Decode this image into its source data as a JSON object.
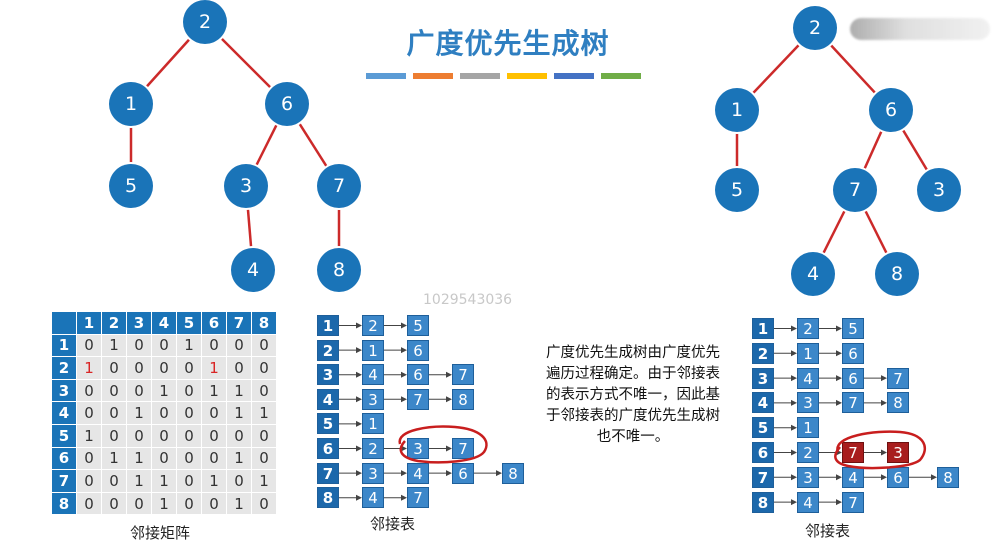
{
  "title": "广度优先生成树",
  "stripe_colors": [
    "#5b9bd5",
    "#ed7d31",
    "#a5a5a5",
    "#ffc000",
    "#4472c4",
    "#70ad47"
  ],
  "left_tree": {
    "nodes": [
      "2",
      "1",
      "6",
      "5",
      "3",
      "7",
      "4",
      "8"
    ]
  },
  "right_tree": {
    "nodes": [
      "2",
      "1",
      "6",
      "5",
      "7",
      "3",
      "4",
      "8"
    ]
  },
  "matrix": {
    "col_headers": [
      "1",
      "2",
      "3",
      "4",
      "5",
      "6",
      "7",
      "8"
    ],
    "row_headers": [
      "1",
      "2",
      "3",
      "4",
      "5",
      "6",
      "7",
      "8"
    ],
    "rows": [
      [
        "0",
        "1",
        "0",
        "0",
        "1",
        "0",
        "0",
        "0"
      ],
      [
        "1",
        "0",
        "0",
        "0",
        "0",
        "1",
        "0",
        "0"
      ],
      [
        "0",
        "0",
        "0",
        "1",
        "0",
        "1",
        "1",
        "0"
      ],
      [
        "0",
        "0",
        "1",
        "0",
        "0",
        "0",
        "1",
        "1"
      ],
      [
        "1",
        "0",
        "0",
        "0",
        "0",
        "0",
        "0",
        "0"
      ],
      [
        "0",
        "1",
        "1",
        "0",
        "0",
        "0",
        "1",
        "0"
      ],
      [
        "0",
        "0",
        "1",
        "1",
        "0",
        "1",
        "0",
        "1"
      ],
      [
        "0",
        "0",
        "0",
        "1",
        "0",
        "0",
        "1",
        "0"
      ]
    ],
    "caption": "邻接矩阵"
  },
  "adj_list_1": {
    "heads": [
      "1",
      "2",
      "3",
      "4",
      "5",
      "6",
      "7",
      "8"
    ],
    "lists": [
      [
        "2",
        "5"
      ],
      [
        "1",
        "6"
      ],
      [
        "4",
        "6",
        "7"
      ],
      [
        "3",
        "7",
        "8"
      ],
      [
        "1"
      ],
      [
        "2",
        "3",
        "7"
      ],
      [
        "3",
        "4",
        "6",
        "8"
      ],
      [
        "4",
        "7"
      ]
    ],
    "caption": "邻接表"
  },
  "adj_list_2": {
    "heads": [
      "1",
      "2",
      "3",
      "4",
      "5",
      "6",
      "7",
      "8"
    ],
    "lists": [
      [
        "2",
        "5"
      ],
      [
        "1",
        "6"
      ],
      [
        "4",
        "6",
        "7"
      ],
      [
        "3",
        "7",
        "8"
      ],
      [
        "1"
      ],
      [
        "2",
        "7",
        "3"
      ],
      [
        "3",
        "4",
        "6",
        "8"
      ],
      [
        "4",
        "7"
      ]
    ],
    "caption": "邻接表"
  },
  "watermark": "1029543036",
  "description": [
    "广度优先生成树由广度优先",
    "遍历过程确定。由于邻接表",
    "的表示方式不唯一，因此基",
    "于邻接表的广度优先生成树",
    "也不唯一。"
  ]
}
